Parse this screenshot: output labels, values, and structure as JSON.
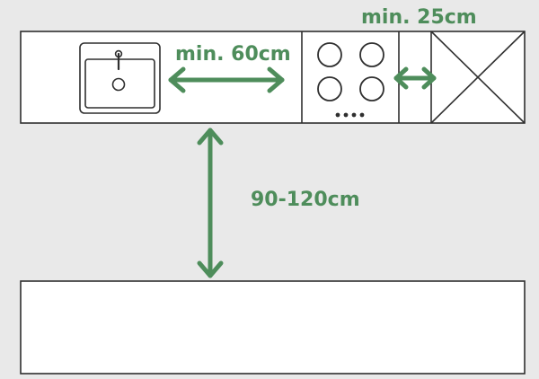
{
  "colors": {
    "background": "#e9e9e9",
    "accent": "#4e8d5b",
    "outline": "#2f2f2f",
    "counter_fill": "#ffffff"
  },
  "labels": {
    "sink_to_hob": "min. 60cm",
    "hob_to_tall_unit": "min. 25cm",
    "aisle_width": "90-120cm"
  },
  "icons": {
    "sink": "sink-icon",
    "hob": "hob-icon",
    "tall_unit": "tall-unit-cross-icon"
  }
}
